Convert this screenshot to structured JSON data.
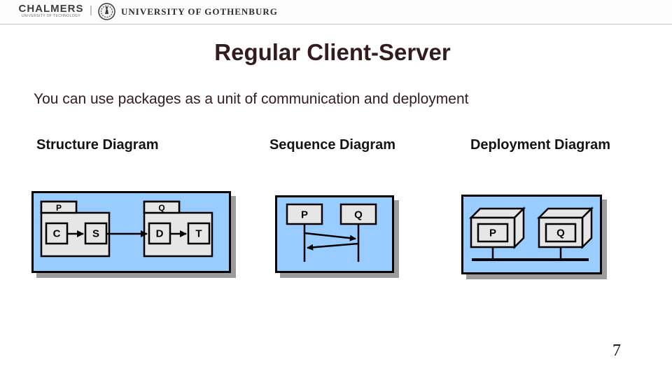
{
  "header": {
    "chalmers": {
      "name": "CHALMERS",
      "tagline": "UNIVERSITY OF TECHNOLOGY"
    },
    "divider": "|",
    "gothenburg": {
      "name": "UNIVERSITY OF GOTHENBURG"
    }
  },
  "slide": {
    "title": "Regular Client-Server",
    "subtitle": "You can use packages as a unit of communication and deployment",
    "page_number": "7"
  },
  "sections": [
    {
      "label": "Structure Diagram"
    },
    {
      "label": "Sequence Diagram"
    },
    {
      "label": "Deployment Diagram"
    }
  ],
  "diagrams": {
    "structure": {
      "packages": [
        {
          "name": "P",
          "classes": [
            "C",
            "S"
          ]
        },
        {
          "name": "Q",
          "classes": [
            "D",
            "T"
          ]
        }
      ]
    },
    "sequence": {
      "lifelines": [
        "P",
        "Q"
      ],
      "messages": [
        {
          "from": "P",
          "to": "Q"
        },
        {
          "from": "Q",
          "to": "P"
        }
      ]
    },
    "deployment": {
      "nodes": [
        "P",
        "Q"
      ]
    }
  },
  "colors": {
    "panel_blue": "#99ccff",
    "shape_gray": "#e6e6e6",
    "shadow_gray": "#9c9c9c",
    "title_text": "#331b1e"
  }
}
